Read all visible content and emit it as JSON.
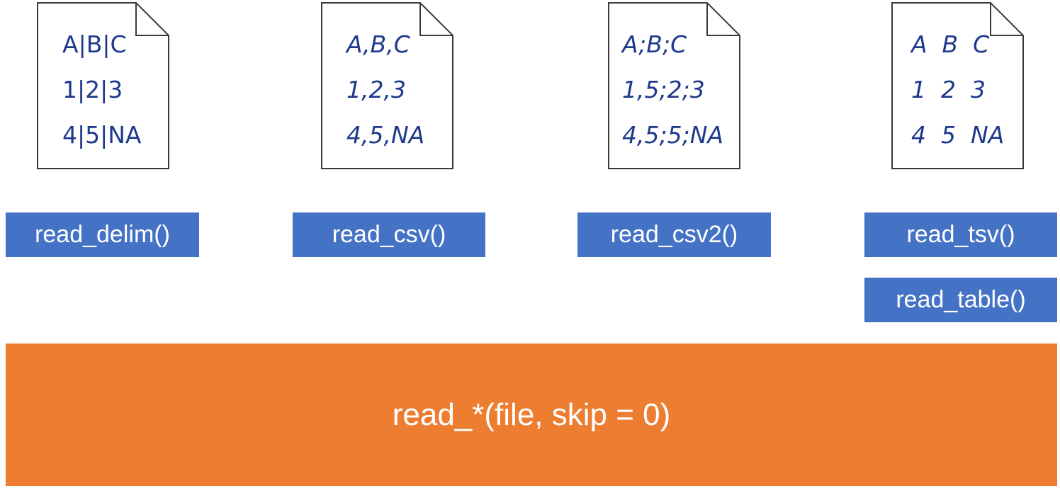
{
  "files": [
    {
      "id": "pipe",
      "lines": [
        "A|B|C",
        "1|2|3",
        "4|5|NA"
      ]
    },
    {
      "id": "comma",
      "lines": [
        "A,B,C",
        "1,2,3",
        "4,5,NA"
      ]
    },
    {
      "id": "semicolon",
      "lines": [
        "A;B;C",
        "1,5;2;3",
        "4,5;5;NA"
      ]
    },
    {
      "id": "whitespace",
      "lines": [
        "A  B  C",
        "1  2  3",
        "4  5  NA"
      ]
    }
  ],
  "functions": {
    "read_delim": "read_delim()",
    "read_csv": "read_csv()",
    "read_csv2": "read_csv2()",
    "read_tsv": "read_tsv()",
    "read_table": "read_table()"
  },
  "generic_call": "read_*(file, skip = 0)",
  "colors": {
    "function_box": "#4472c4",
    "generic_bar": "#ed7d31",
    "file_text": "#1f3a8c"
  }
}
